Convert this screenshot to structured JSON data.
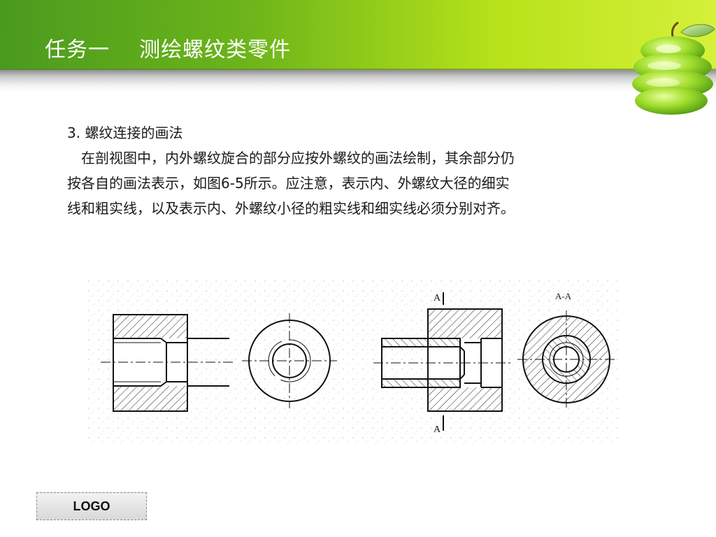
{
  "header": {
    "title": "任务一    测绘螺纹类零件"
  },
  "section": {
    "heading": "3.  螺纹连接的画法",
    "lines": [
      "在剖视图中，内外螺纹旋合的部分应按外螺纹的画法绘制，其余部分仍",
      "按各自的画法表示，如图6-5所示。应注意，表示内、外螺纹大径的细实",
      "线和粗实线，以及表示内、外螺纹小径的粗实线和细实线必须分别对齐。"
    ]
  },
  "figure": {
    "section_mark_top": "A",
    "section_mark_bottom": "A",
    "section_label": "A-A"
  },
  "footer": {
    "logo": "LOGO"
  },
  "colors": {
    "banner_dark": "#4a9a1e",
    "banner_light": "#d5f03a",
    "apple": "#8fd12a"
  }
}
